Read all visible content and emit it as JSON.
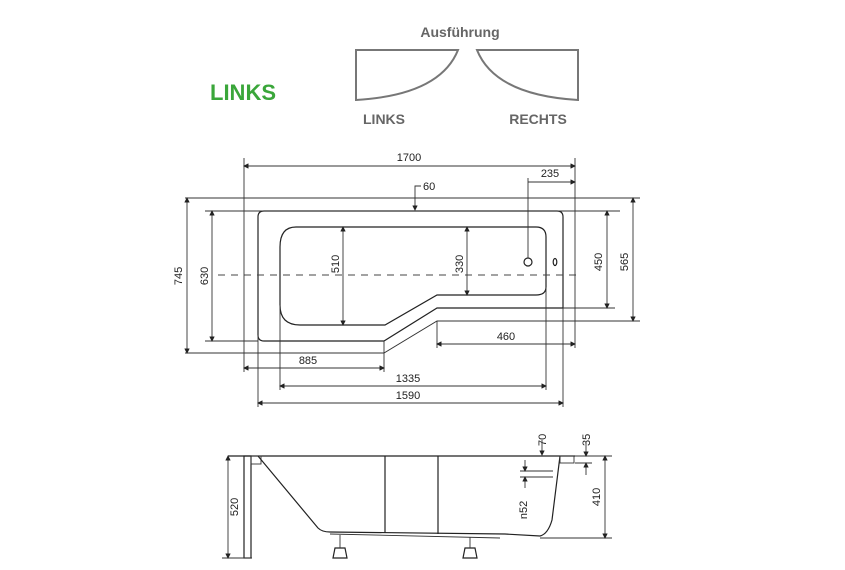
{
  "variant_label": "LINKS",
  "variant_color": "#3aa63a",
  "legend": {
    "title": "Ausführung",
    "left_label": "LINKS",
    "right_label": "RECHTS"
  },
  "top_view": {
    "dims": {
      "length_total": "1700",
      "drain_offset": "235",
      "rim": "60",
      "width_total": "745",
      "width_rim": "630",
      "inner_width_wide": "510",
      "inner_width_narrow": "330",
      "width_right": "450",
      "width_right_total": "565",
      "narrow_length": "460",
      "wide_length": "885",
      "inner_length": "1335",
      "outer_length": "1590"
    }
  },
  "side_view": {
    "dims": {
      "total_height": "520",
      "depth": "410",
      "overflow_top": "70",
      "rim_height": "35",
      "overflow_size": "n52"
    }
  }
}
